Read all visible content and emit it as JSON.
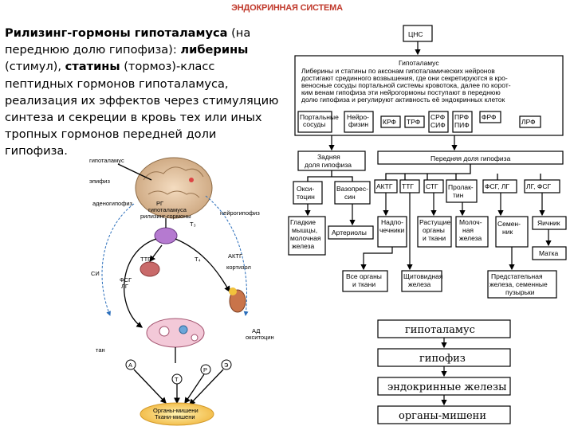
{
  "title": "ЭНДОКРИННАЯ СИСТЕМА",
  "text": {
    "p1_bold": "Рилизинг-гормоны гипоталамуса",
    "p2": " (на переднюю долю гипофиза): ",
    "p3_bold": "либерины",
    "p4": " (стимул), ",
    "p5_bold": "статины",
    "p6": " (тормоз)-класс пептидных гормонов гипоталамуса, реализация их эффектов через стимуляцию синтеза и секреции в кровь тех или иных тропных гормонов передней доли гипофиза."
  },
  "left_diagram": {
    "hypothalamus": "гипоталамус",
    "epiphysis": "эпифиз",
    "hypothalamus_hormones": "РГ\nгипоталамуса\nрилизинг-гормоны",
    "neurohypophysis": "нейрогипофиз",
    "adenohypophysis": "аденогипофиз",
    "tsh": "ТТГ",
    "acth": "АКТГ",
    "cortisol": "кортизол",
    "t3": "Т₃",
    "t4": "Т₄",
    "fsh_lh": "ФСГ\nЛГ",
    "adh": "АД\nокситоцин",
    "label_si": "СИ",
    "label_tam": "тан",
    "circle_a": "А",
    "circle_e": "Э",
    "circle_p": "Р",
    "circle_t": "Т",
    "target": "Органы-мишени\nТкани-мишени"
  },
  "right_diagram": {
    "cns": "ЦНС",
    "hypothalamus": "Гипоталамус",
    "hypothalamus_desc": "Либерины и статины по аксонам гипоталамических нейронов достигают срединного возвышения, где они секретируются в кровеносные сосуды портальной системы кровотока, далее по коротким венам гипофиза эти нейрогормоны поступают в переднюю долю гипофиза и регулируют активность её эндокринных клеток",
    "portal": "Портальные\nсосуды",
    "neurophysin": "Нейро-\nфизин",
    "krf": "КРФ",
    "trf": "ТРФ",
    "srf_sif": "СРФ\nСИФ",
    "prf_pif": "ПРФ\nПИФ",
    "frf": "ФРФ",
    "lrf": "ЛРФ",
    "posterior": "Задняя\nдоля гипофиза",
    "anterior": "Передняя доля гипофиза",
    "oxytocin": "Окси-\nтоцин",
    "vasopressin": "Вазопрес-\nсин",
    "acth": "АКТГ",
    "tsh": "ТТГ",
    "gh": "СТГ",
    "prolactin": "Пролак-\nтин",
    "fsh_lh": "ФСГ, ЛГ",
    "lh_fsh": "ЛГ, ФСГ",
    "smooth_muscle": "Гладкие\nмышцы,\nмолочная\nжелеза",
    "arterioles": "Артериолы",
    "adrenals": "Надпо-\nчечники",
    "growing": "Растущие\nорганы\nи ткани",
    "mammary": "Молоч-\nная\nжелеза",
    "testes": "Семен-\nник",
    "ovary": "Яичник",
    "uterus": "Матка",
    "all_organs": "Все органы\nи ткани",
    "thyroid": "Щитовидная\nжелеза",
    "prostate": "Предстательная\nжелеза, семенные\nпузырьки"
  },
  "hierarchy": [
    "гипоталамус",
    "гипофиз",
    "эндокринные железы",
    "органы-мишени"
  ]
}
